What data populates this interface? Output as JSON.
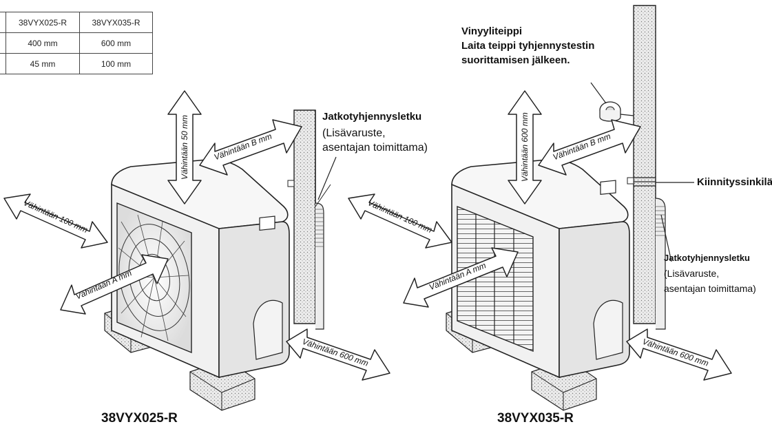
{
  "table": {
    "header": [
      "38VYX025-R",
      "38VYX035-R"
    ],
    "rows": [
      [
        "400 mm",
        "600 mm"
      ],
      [
        "45 mm",
        "100 mm"
      ]
    ]
  },
  "left_unit": {
    "model": "38VYX025-R",
    "arrow_top": "Vähintään 50 mm",
    "arrow_left": "Vähintään 100 mm",
    "arrow_front": "Vähintään A mm",
    "arrow_back": "Vähintään B mm",
    "arrow_bottom_right": "Vähintään 600 mm",
    "hose_title": "Jatkotyhjennysletku",
    "hose_note_1": "(Lisävaruste,",
    "hose_note_2": "asentajan toimittama)"
  },
  "right_unit": {
    "model": "38VYX035-R",
    "arrow_top": "Vähintään 600 mm",
    "arrow_left": "Vähintään 100 mm",
    "arrow_front": "Vähintään A mm",
    "arrow_back": "Vähintään B mm",
    "arrow_bottom_right": "Vähintään 600 mm",
    "tape_title": "Vinyyliteippi",
    "tape_note_1": "Laita teippi tyhjennystestin",
    "tape_note_2": "suorittamisen jälkeen.",
    "clamp_label": "Kiinnityssinkilä",
    "hose_title": "Jatkotyhjennysletku",
    "hose_note_1": "(Lisävaruste,",
    "hose_note_2": "asentajan toimittama)"
  }
}
